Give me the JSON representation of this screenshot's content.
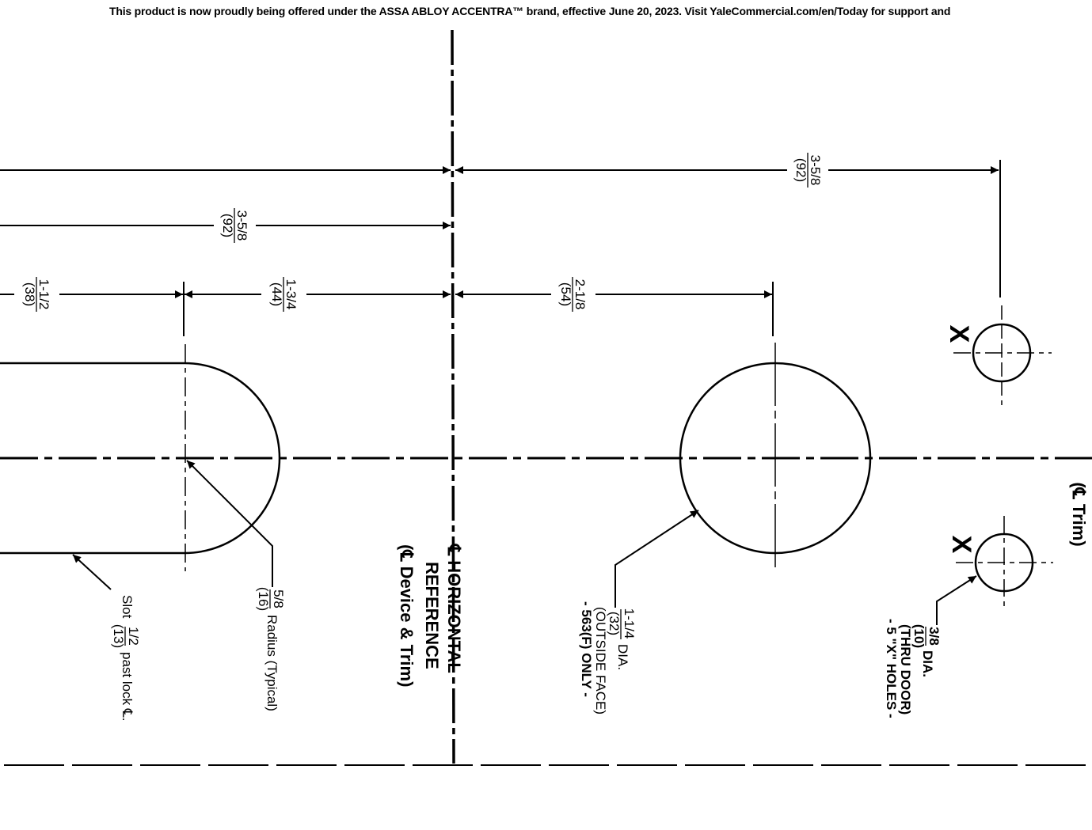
{
  "banner": "This product is now proudly being offered under the ASSA ABLOY ACCENTRA™ brand, effective June 20, 2023. Visit YaleCommercial.com/en/Today for support and",
  "dimensions": {
    "top_right": {
      "frac": "3-5/8",
      "mm": "(92)"
    },
    "second_left": {
      "frac": "3-5/8",
      "mm": "(92)"
    },
    "far_left": {
      "frac": "1-1/2",
      "mm": "(38)"
    },
    "mid_left": {
      "frac": "1-3/4",
      "mm": "(44)"
    },
    "mid_right": {
      "frac": "2-1/8",
      "mm": "(54)"
    }
  },
  "hole_marks": [
    "X",
    "X"
  ],
  "labels": {
    "trim_centerline": "(℄ Trim)",
    "slot_note": {
      "frac": "1/2",
      "mm": "(13)",
      "pre": "Slot",
      "post": "past lock ℄."
    },
    "radius_note": {
      "frac": "5/8",
      "mm": "(16)",
      "post": "Radius (Typical)"
    },
    "horizontal_reference": {
      "line1": "℄ HORIZONTAL",
      "line2": "REFERENCE",
      "line3": "(℄ Device & Trim)"
    },
    "big_hole": {
      "frac": "1-1/4",
      "mm": "(32)",
      "dia": "DIA.",
      "line2": "(OUTSIDE FACE)",
      "line3": "- 563(F) ONLY -"
    },
    "small_holes": {
      "frac": "3/8",
      "mm": "(10)",
      "dia": "DIA.",
      "line2": "(THRU DOOR)",
      "line3": "- 5 \"X\" HOLES -"
    }
  }
}
